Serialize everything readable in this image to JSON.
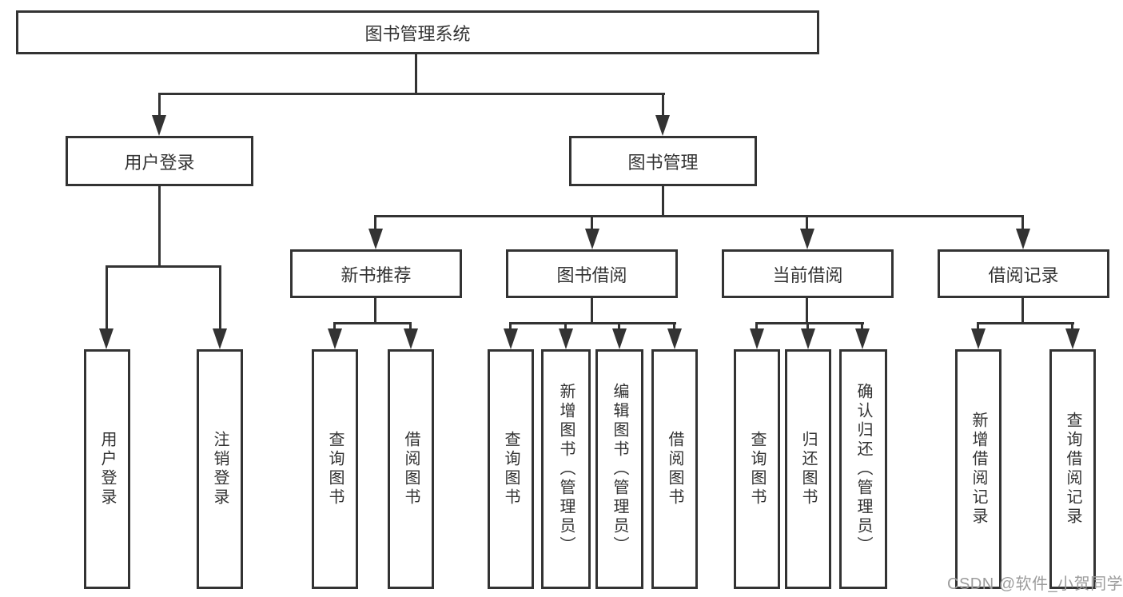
{
  "diagram_title": "图书管理系统",
  "tree": {
    "label": "图书管理系统",
    "children": [
      {
        "label": "用户登录",
        "children": [
          {
            "label": "用户登录"
          },
          {
            "label": "注销登录"
          }
        ]
      },
      {
        "label": "图书管理",
        "children": [
          {
            "label": "新书推荐",
            "children": [
              {
                "label": "查询图书"
              },
              {
                "label": "借阅图书"
              }
            ]
          },
          {
            "label": "图书借阅",
            "children": [
              {
                "label": "查询图书"
              },
              {
                "label": "新增图书（管理员）"
              },
              {
                "label": "编辑图书（管理员）"
              },
              {
                "label": "借阅图书"
              }
            ]
          },
          {
            "label": "当前借阅",
            "children": [
              {
                "label": "查询图书"
              },
              {
                "label": "归还图书"
              },
              {
                "label": "确认归还（管理员）"
              }
            ]
          },
          {
            "label": "借阅记录",
            "children": [
              {
                "label": "新增借阅记录"
              },
              {
                "label": "查询借阅记录"
              }
            ]
          }
        ]
      }
    ]
  },
  "watermark": {
    "text": "CSDN @软件_小贺同学"
  },
  "colors": {
    "line": "#333333",
    "text": "#333333",
    "watermark": "#9c9c9c",
    "background": "#ffffff"
  }
}
